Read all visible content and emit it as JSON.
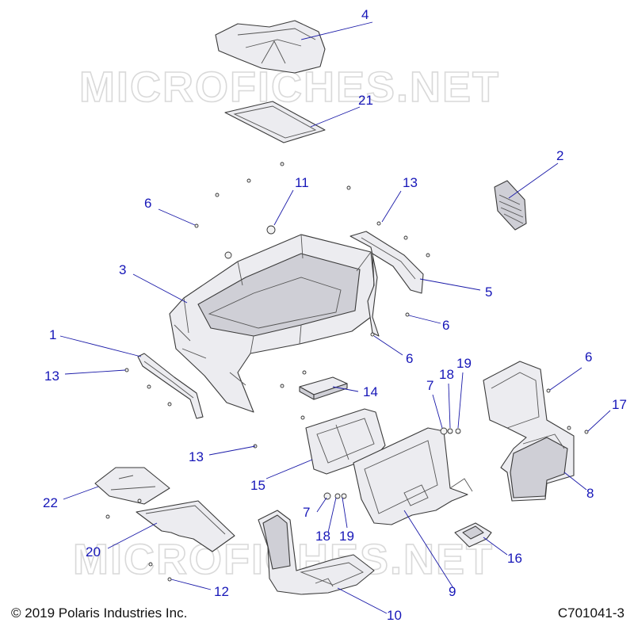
{
  "watermark": "MICROFICHES.NET",
  "copyright": "© 2019 Polaris Industries Inc.",
  "drawing_number": "C701041-3",
  "callouts": {
    "c4": "4",
    "c21": "21",
    "c2": "2",
    "c11": "11",
    "c6a": "6",
    "c13a": "13",
    "c3": "3",
    "c5": "5",
    "c6b": "6",
    "c1": "1",
    "c6c": "6",
    "c13b": "13",
    "c14": "14",
    "c7a": "7",
    "c18a": "18",
    "c19a": "19",
    "c6d": "6",
    "c17": "17",
    "c13c": "13",
    "c15": "15",
    "c8": "8",
    "c22": "22",
    "c7b": "7",
    "c18b": "18",
    "c19b": "19",
    "c20": "20",
    "c16": "16",
    "c12": "12",
    "c9": "9",
    "c10": "10"
  }
}
